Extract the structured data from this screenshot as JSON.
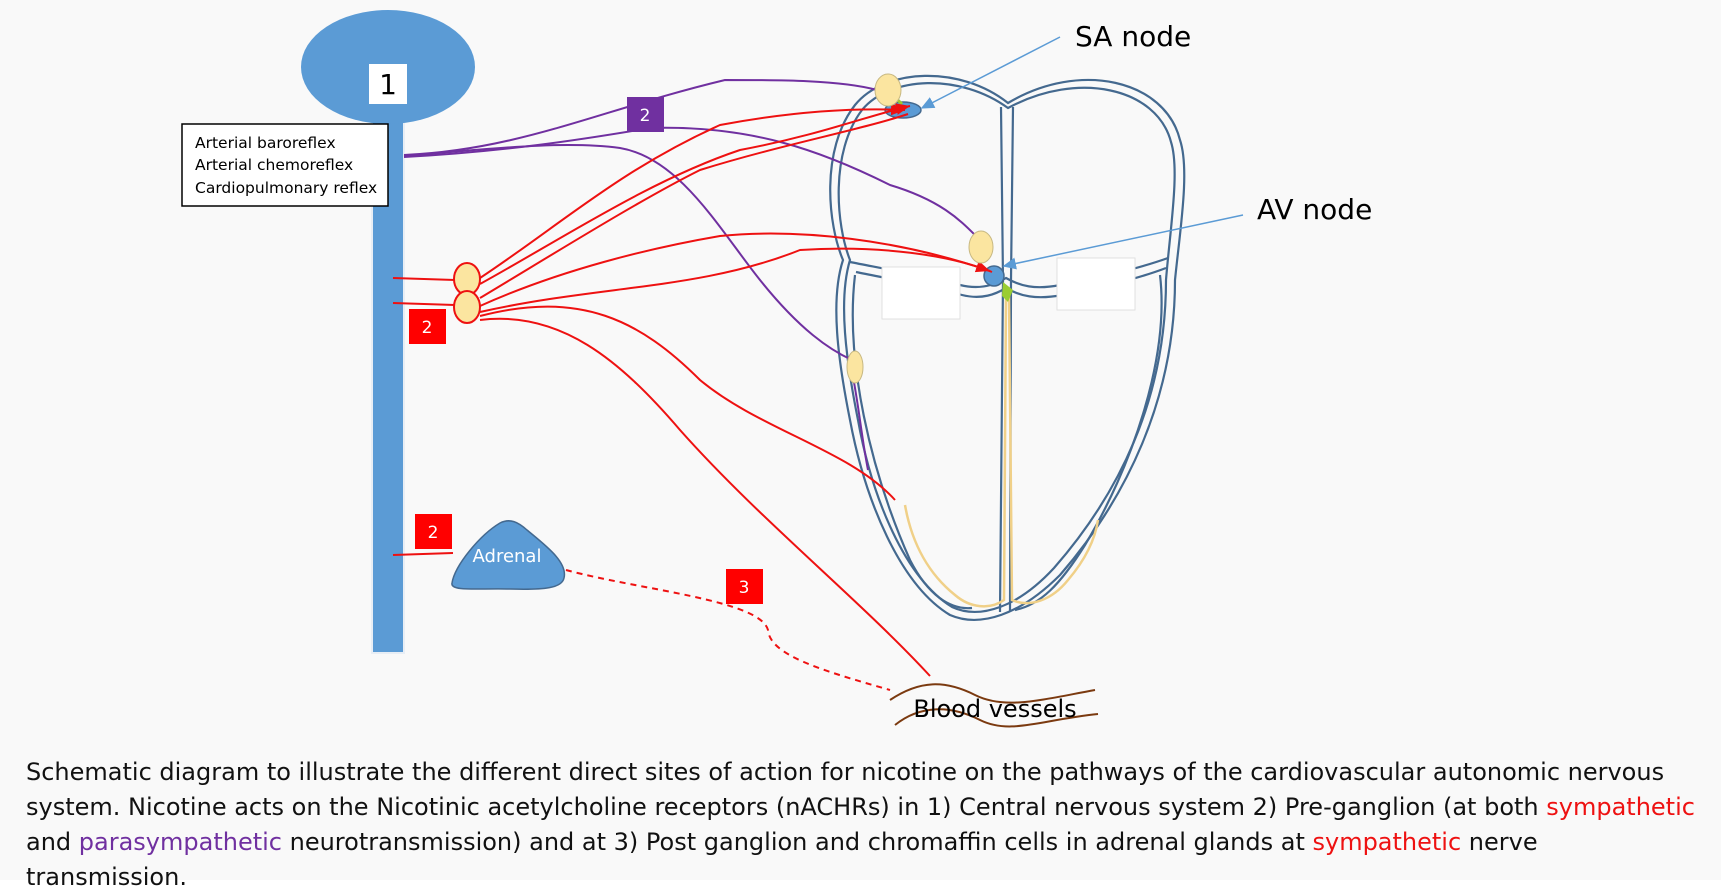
{
  "labels": {
    "sa_node": "SA node",
    "av_node": "AV node",
    "cns_number": "1",
    "reflex_1": "Arterial baroreflex",
    "reflex_2": "Arterial chemoreflex",
    "reflex_3": "Cardiopulmonary reflex",
    "badge_parasympathetic": "2",
    "badge_sympathetic_ganglion": "2",
    "badge_adrenal": "2",
    "badge_post": "3",
    "adrenal": "Adrenal",
    "blood_vessels": "Blood vessels"
  },
  "caption": {
    "part1": "Schematic diagram to illustrate the different direct sites of action for nicotine on the pathways of the cardiovascular autonomic nervous system. Nicotine acts on the Nicotinic acetylcholine receptors (nACHRs) in 1) Central nervous system 2) Pre-ganglion (at both ",
    "sympathetic_1": "sympathetic",
    "part2": " and ",
    "parasympathetic": "parasympathetic",
    "part3": " neurotransmission)  and at 3) Post ganglion and chromaffin cells in adrenal glands at ",
    "sympathetic_2": "sympathetic",
    "part4": "  nerve transmission."
  },
  "colors": {
    "cns_blue": "#5b9bd5",
    "sympathetic_red": "#ee1111",
    "parasympathetic_purple": "#7030a0",
    "ganglion_yellow": "#fbe5a0",
    "heart_outline": "#44698f",
    "vessel_brown": "#7b3a10"
  }
}
